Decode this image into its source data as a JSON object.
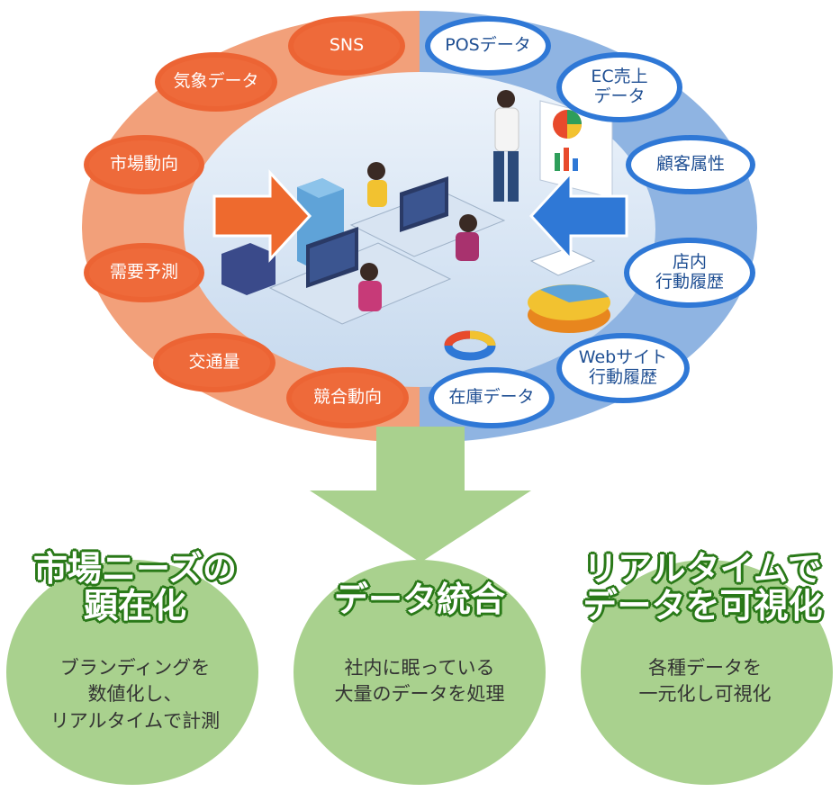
{
  "external_sources": [
    {
      "label": "SNS"
    },
    {
      "label": "気象データ"
    },
    {
      "label": "市場動向"
    },
    {
      "label": "需要予測"
    },
    {
      "label": "交通量"
    },
    {
      "label": "競合動向"
    }
  ],
  "internal_sources": [
    {
      "label": "POSデータ"
    },
    {
      "label": "EC売上\nデータ"
    },
    {
      "label": "顧客属性"
    },
    {
      "label": "店内\n行動履歴"
    },
    {
      "label": "Webサイト\n行動履歴"
    },
    {
      "label": "在庫データ"
    }
  ],
  "results": [
    {
      "title": "市場ニーズの\n顕在化",
      "desc": "ブランディングを\n数値化し、\nリアルタイムで計測"
    },
    {
      "title": "データ統合",
      "desc": "社内に眠っている\n大量のデータを処理"
    },
    {
      "title": "リアルタイムで\nデータを可視化",
      "desc": "各種データを\n一元化し可視化"
    }
  ],
  "colors": {
    "external": "#ec6434",
    "external_fill": "#f2a07a",
    "internal": "#2f78d6",
    "internal_fill": "#8fb4e2",
    "result_fill": "#a9d18e",
    "result_title_outline": "#2b7a1a",
    "arrow_green": "#a9d18e"
  }
}
